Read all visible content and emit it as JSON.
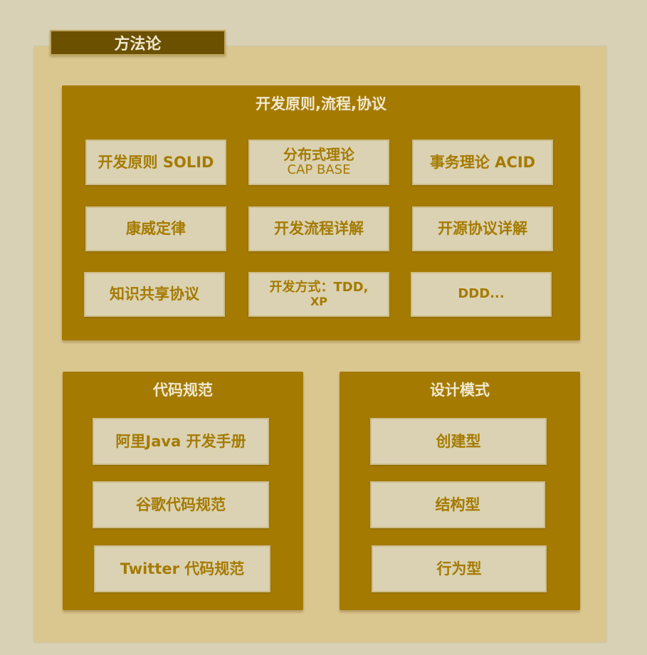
{
  "title": "方法论",
  "colors": {
    "background": "#D8D1B5",
    "outer_panel": "#DAC68F",
    "title_tab": "#6B5000",
    "group_fill": "#A57A00",
    "box_fill": "#DAD2B2",
    "title_text": "#F0E8CF",
    "box_text": "#A57A00"
  },
  "groups": {
    "principles": {
      "title": "开发原则,流程,协议",
      "items": [
        {
          "lines": [
            "开发原则 SOLID"
          ]
        },
        {
          "lines": [
            "分布式理论",
            "CAP BASE"
          ]
        },
        {
          "lines": [
            "事务理论 ACID"
          ]
        },
        {
          "lines": [
            "康威定律"
          ]
        },
        {
          "lines": [
            "开发流程详解"
          ]
        },
        {
          "lines": [
            "开源协议详解"
          ]
        },
        {
          "lines": [
            "知识共享协议"
          ]
        },
        {
          "lines": [
            "开发方式：TDD,",
            "XP"
          ]
        },
        {
          "lines": [
            "DDD..."
          ]
        }
      ]
    },
    "code_style": {
      "title": "代码规范",
      "items": [
        {
          "lines": [
            "阿里Java 开发手册"
          ]
        },
        {
          "lines": [
            "谷歌代码规范"
          ]
        },
        {
          "lines": [
            "Twitter 代码规范"
          ]
        }
      ]
    },
    "design_patterns": {
      "title": "设计模式",
      "items": [
        {
          "lines": [
            "创建型"
          ]
        },
        {
          "lines": [
            "结构型"
          ]
        },
        {
          "lines": [
            "行为型"
          ]
        }
      ]
    }
  }
}
